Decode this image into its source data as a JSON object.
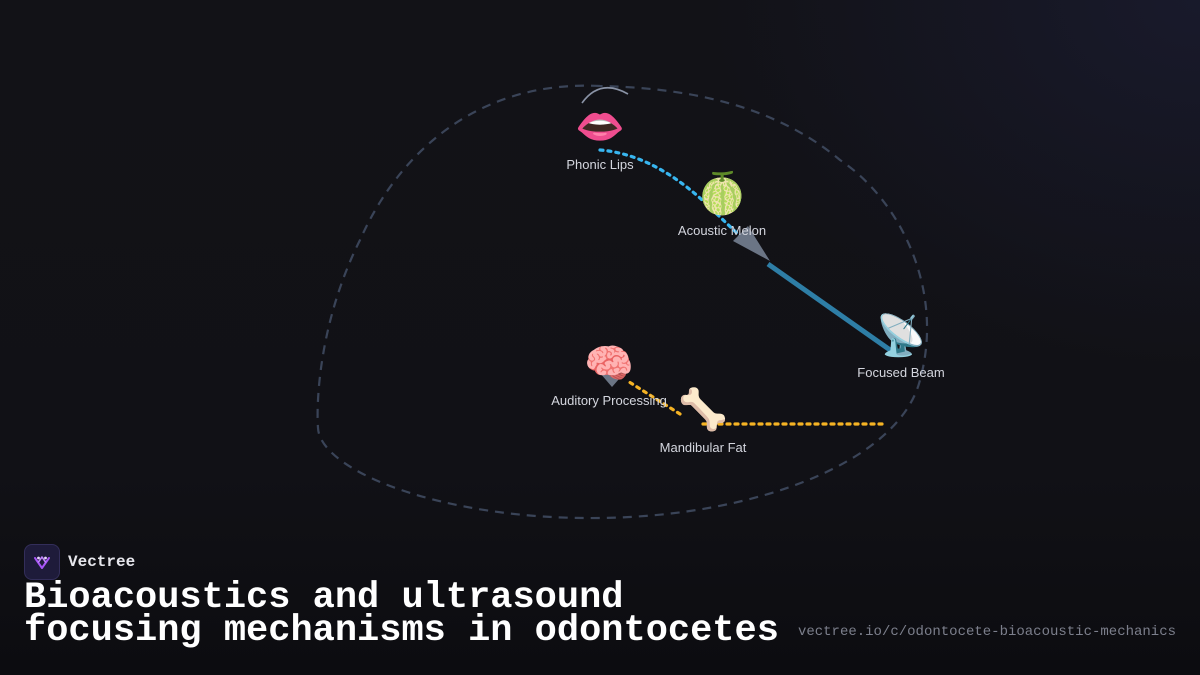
{
  "brand": {
    "name": "Vectree",
    "accent": "#a855f7"
  },
  "title": "Bioacoustics and ultrasound focusing mechanisms in odontocetes",
  "url": "vectree.io/c/odontocete-bioacoustic-mechanics",
  "diagram": {
    "nodes": [
      {
        "id": "phonic-lips",
        "label": "Phonic Lips",
        "icon": "👄"
      },
      {
        "id": "acoustic-melon",
        "label": "Acoustic Melon",
        "icon": "🍈"
      },
      {
        "id": "focused-beam",
        "label": "Focused Beam",
        "icon": "📡"
      },
      {
        "id": "auditory-processing",
        "label": "Auditory Processing",
        "icon": "🧠"
      },
      {
        "id": "mandibular-fat",
        "label": "Mandibular Fat",
        "icon": "🦴"
      }
    ],
    "edges": [
      {
        "from": "phonic-lips",
        "to": "acoustic-melon",
        "style": "dotted",
        "color": "#38b6f0"
      },
      {
        "from": "focused-beam",
        "to": "acoustic-melon",
        "style": "solid",
        "color": "#2e7ea6",
        "arrow": "#6b7585"
      },
      {
        "from": "focused-beam",
        "to": "mandibular-fat",
        "style": "dotted",
        "color": "#f5b324"
      },
      {
        "from": "mandibular-fat",
        "to": "auditory-processing",
        "style": "dotted",
        "color": "#f5b324",
        "arrow": "#6b7585"
      }
    ],
    "boundary_color": "#3a4458"
  }
}
